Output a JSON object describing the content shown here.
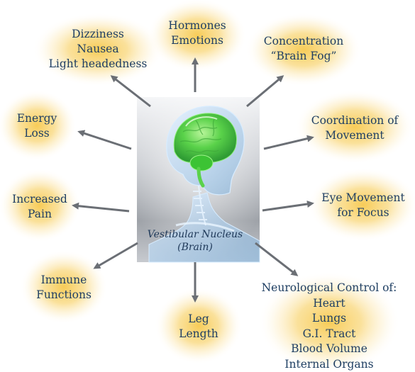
{
  "center": {
    "caption": [
      "Vestibular Nucleus",
      "(Brain)"
    ]
  },
  "nodes": [
    {
      "id": "dizziness",
      "lines": [
        "Dizziness",
        "Nausea",
        "Light headedness"
      ]
    },
    {
      "id": "hormones",
      "lines": [
        "Hormones",
        "Emotions"
      ]
    },
    {
      "id": "concentration",
      "lines": [
        "Concentration",
        "“Brain Fog”"
      ]
    },
    {
      "id": "energy",
      "lines": [
        "Energy",
        "Loss"
      ]
    },
    {
      "id": "coordination",
      "lines": [
        "Coordination of",
        "Movement"
      ]
    },
    {
      "id": "pain",
      "lines": [
        "Increased",
        "Pain"
      ]
    },
    {
      "id": "eye",
      "lines": [
        "Eye Movement",
        "for Focus"
      ]
    },
    {
      "id": "immune",
      "lines": [
        "Immune",
        "Functions"
      ]
    },
    {
      "id": "leg",
      "lines": [
        "Leg",
        "Length"
      ]
    },
    {
      "id": "neuro",
      "lines": [
        "Neurological Control of:",
        "Heart",
        "Lungs",
        "G.I. Tract",
        "Blood Volume",
        "Internal Organs"
      ]
    }
  ],
  "colors": {
    "glow": "#f7c94f",
    "arrow": "#6b6f75",
    "text": "#1f3f63",
    "brain": "#5ad24a",
    "skull": "#9cc6ea"
  }
}
